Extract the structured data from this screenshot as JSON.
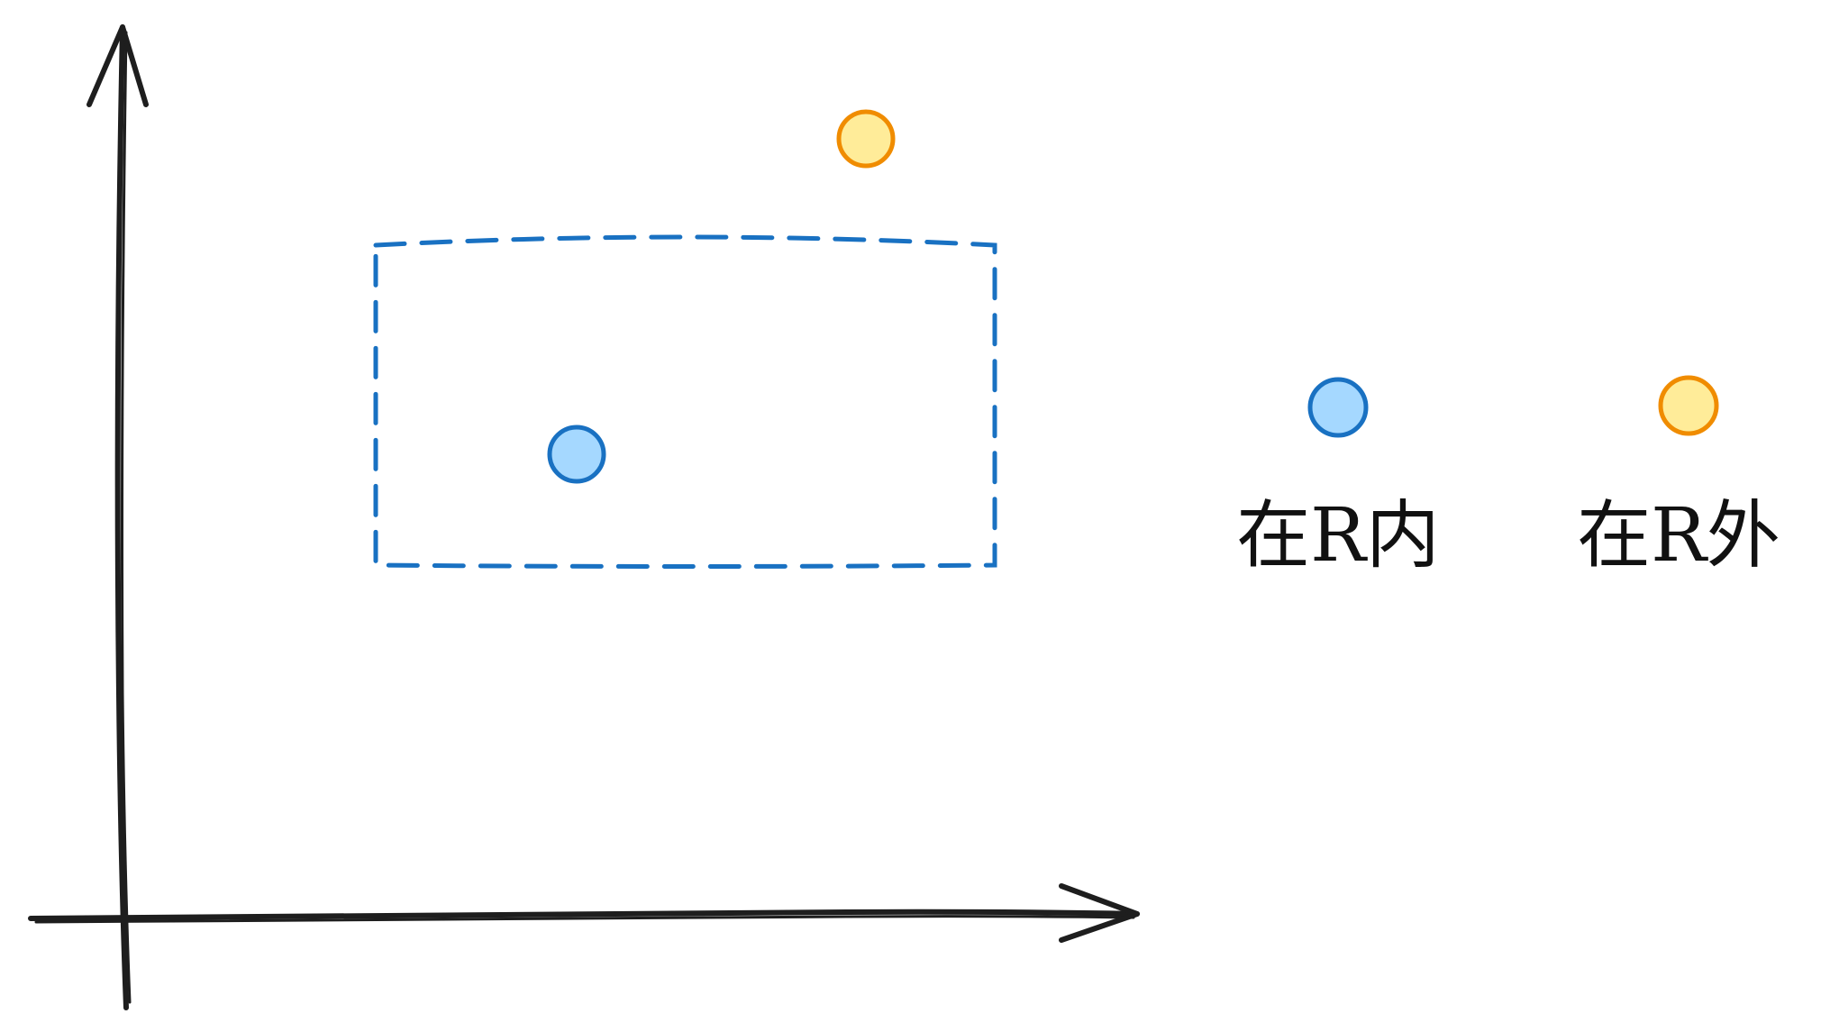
{
  "colors": {
    "axis": "#1e1e1e",
    "region_stroke": "#1971c2",
    "inside_fill": "#a5d8ff",
    "inside_stroke": "#1971c2",
    "outside_fill": "#ffec99",
    "outside_stroke": "#f08c00"
  },
  "diagram": {
    "axes": {
      "x_arrow": true,
      "y_arrow": true
    },
    "region": {
      "name": "R",
      "style": "dashed-rectangle"
    },
    "points": [
      {
        "name": "point-inside",
        "category": "inside"
      },
      {
        "name": "point-outside",
        "category": "outside"
      }
    ]
  },
  "legend": {
    "inside_label": "在R内",
    "outside_label": "在R外"
  }
}
